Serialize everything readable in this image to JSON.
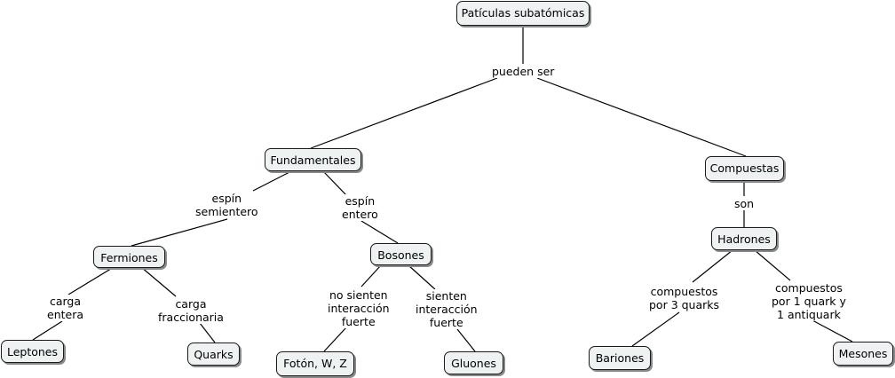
{
  "concepts": {
    "root": "Patículas subatómicas",
    "fundamentales": "Fundamentales",
    "compuestas": "Compuestas",
    "fermiones": "Fermiones",
    "bosones": "Bosones",
    "hadrones": "Hadrones",
    "leptones": "Leptones",
    "quarks": "Quarks",
    "foton": "Fotón, W, Z",
    "gluones": "Gluones",
    "bariones": "Bariones",
    "mesones": "Mesones"
  },
  "links": {
    "pueden_ser": "pueden ser",
    "espin_semientero": "espín\nsemientero",
    "espin_entero": "espín\nentero",
    "son": "son",
    "carga_entera": "carga\nentera",
    "carga_fraccionaria": "carga\nfraccionaria",
    "no_sienten": "no sienten\ninteracción\nfuerte",
    "sienten": "sienten\ninteracción\nfuerte",
    "compuestos_3": "compuestos\npor 3 quarks",
    "compuestos_1": "compuestos\npor 1 quark y\n1 antiquark"
  }
}
